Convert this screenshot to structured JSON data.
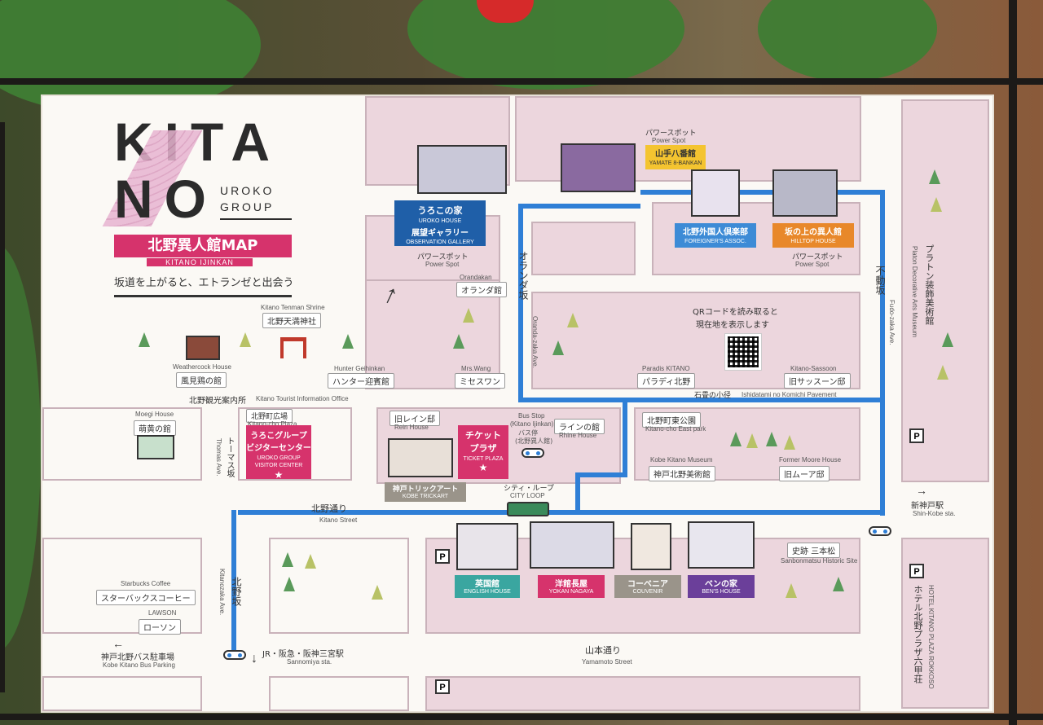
{
  "logo": {
    "line1": "KITA",
    "line2": "NO",
    "group": [
      "UROKO",
      "GROUP"
    ]
  },
  "map_title": "北野異人館MAP",
  "map_subtitle": "KITANO IJINKAN",
  "tagline": "坂道を上がると、エトランゼと出会う",
  "landmarks": {
    "uroko": {
      "jp": "うろこの家",
      "en": "UROKO HOUSE",
      "jp2": "展望ギャラリー",
      "en2": "OBSERVATION GALLERY"
    },
    "yamate": {
      "jp": "山手八番館",
      "en": "YAMATE 8-BANKAN"
    },
    "foreigners": {
      "jp": "北野外国人倶楽部",
      "en": "FOREIGNER'S ASSOC."
    },
    "hilltop": {
      "jp": "坂の上の異人館",
      "en": "HILLTOP HOUSE"
    },
    "tenman": {
      "jp": "北野天満神社",
      "en": "Kitano Tenman Shrine"
    },
    "weathercock": {
      "jp": "風見鶏の館",
      "en": "Weathercock House"
    },
    "hunter": {
      "jp": "ハンター迎賓館",
      "en": "Hunter Geihinkan"
    },
    "orandakan": {
      "jp": "オランダ館",
      "en": "Orandakan"
    },
    "wang": {
      "jp": "ミセスワン",
      "en": "Mrs.Wang"
    },
    "paradis": {
      "jp": "パラディ北野",
      "en": "Paradis KITANO"
    },
    "sassoon": {
      "jp": "旧サッスーン邸",
      "en": "Kitano-Sassoon"
    },
    "moegi": {
      "jp": "萌黄の館",
      "en": "Moegi House"
    },
    "plaza": {
      "jp": "北野町広場",
      "en": "Kitano-cho Plaza"
    },
    "visitor": {
      "jp1": "うろこグループ",
      "jp2": "ビジターセンター",
      "en": "UROKO GROUP VISITOR CENTER"
    },
    "rein": {
      "jp": "旧レイン邸",
      "en": "Rein House"
    },
    "ticket": {
      "jp1": "チケット",
      "jp2": "プラザ",
      "en": "TICKET PLAZA"
    },
    "rhine": {
      "jp": "ラインの館",
      "en": "Rhine House"
    },
    "trickart": {
      "jp": "神戸トリックアート",
      "en": "KOBE TRICKART"
    },
    "eastpark": {
      "jp": "北野町東公園",
      "en": "Kitano-cho East park"
    },
    "museum": {
      "jp": "神戸北野美術館",
      "en": "Kobe Kitano Museum"
    },
    "moore": {
      "jp": "旧ムーア邸",
      "en": "Former Moore House"
    },
    "english": {
      "jp": "英国館",
      "en": "ENGLISH HOUSE"
    },
    "yokan": {
      "jp": "洋館長屋",
      "en": "YOKAN NAGAYA"
    },
    "couvenir": {
      "jp": "コーベニア",
      "en": "COUVENIR"
    },
    "bens": {
      "jp": "ベンの家",
      "en": "BEN'S HOUSE"
    },
    "sanbonmatsu": {
      "jp": "史跡 三本松",
      "en": "Sanbonmatsu Historic Site"
    },
    "starbucks": {
      "jp": "スターバックスコーヒー",
      "en": "Starbucks Coffee"
    },
    "lawson": {
      "jp": "ローソン",
      "en": "LAWSON"
    },
    "plato": {
      "jp": "プラトン装飾美術館",
      "en": "Platon Decorative Arts Museum"
    },
    "hotel": {
      "jp": "ホテル北野プラザ六甲荘",
      "en": "HOTEL KITANO PLAZA ROKKOSO"
    }
  },
  "power_spot": {
    "jp": "パワースポット",
    "en": "Power Spot"
  },
  "tourist_info": {
    "jp": "北野観光案内所",
    "en": "Kitano Tourist Information Office"
  },
  "qr_text": [
    "QRコードを読み取ると",
    "現在地を表示します"
  ],
  "komichi": {
    "jp": "石畳の小径",
    "en": "Ishidatami no Komichi Pavement"
  },
  "bus_stop": {
    "en": "Bus Stop",
    "en2": "(Kitano Ijinkan)",
    "jp": "バス停",
    "jp2": "(北野異人館)"
  },
  "city_loop": {
    "jp": "シティ・ループ",
    "en": "CITY LOOP"
  },
  "streets": {
    "kitano": {
      "jp": "北野通り",
      "en": "Kitano Street"
    },
    "yamamoto": {
      "jp": "山本通り",
      "en": "Yamamoto Street"
    },
    "oranda": {
      "jp": "オランダ坂",
      "en": "Oranda-zaka Ave."
    },
    "fudo": {
      "jp": "不動坂",
      "en": "Fudo-zaka Ave."
    },
    "kitanozaka": {
      "jp": "北野坂",
      "en": "Kitanozaka Ave."
    },
    "thomas": {
      "jp": "トーマス坂",
      "en": "Thomas Ave."
    }
  },
  "stations": {
    "shinkobe": {
      "jp": "新神戸駅",
      "en": "Shin-Kobe sta."
    },
    "sannomiya": {
      "jp": "JR・阪急・阪神三宮駅",
      "en": "Sannomiya sta."
    },
    "bus_parking": {
      "jp": "神戸北野バス駐車場",
      "en": "Kobe Kitano Bus Parking"
    }
  },
  "parking_label": "P",
  "colors": {
    "blue": "#1f5fa8",
    "pink": "#d6336c",
    "teal": "#3aa6a0",
    "purple": "#6b3f9a",
    "yellow": "#f4c430",
    "orange": "#e8882a",
    "sky": "#3d8bd6",
    "grey": "#9a948a",
    "road": "#2f7fd6"
  }
}
